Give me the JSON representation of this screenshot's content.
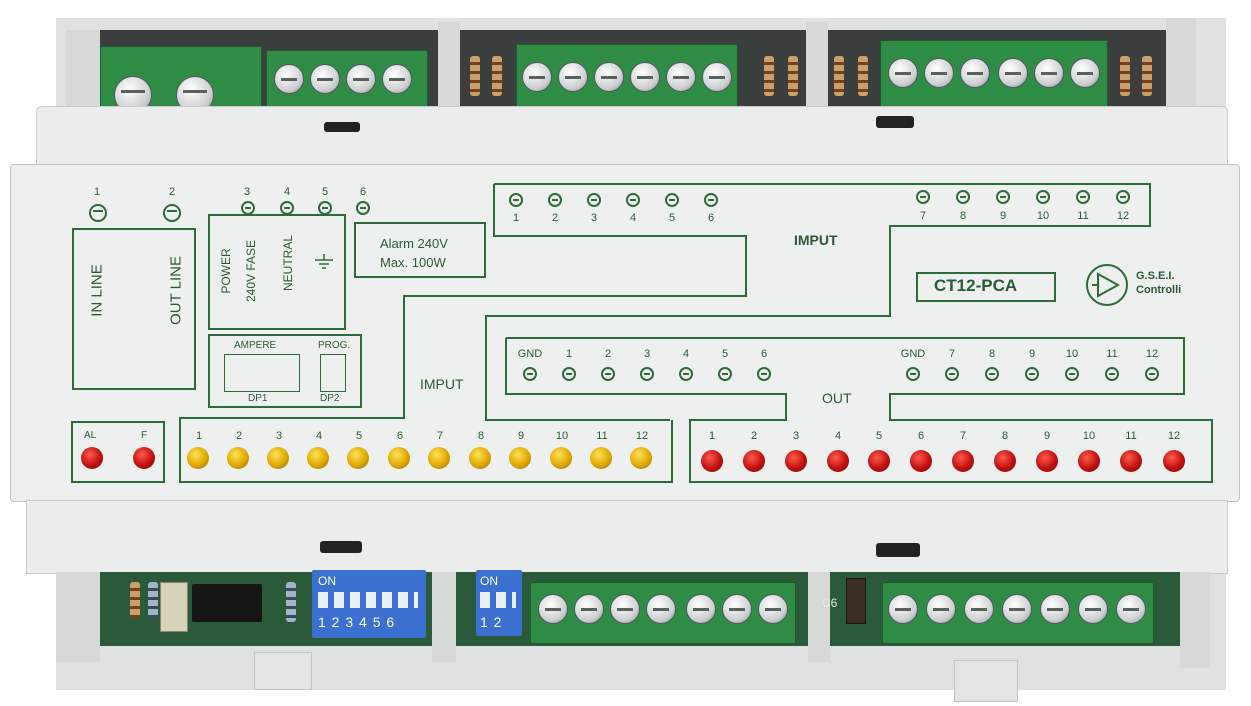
{
  "device": {
    "model": "CT12-PCA",
    "brand_line1": "G.S.E.I.",
    "brand_line2": "Controlli"
  },
  "power_section": {
    "terminal_numbers": [
      "1",
      "2",
      "3",
      "4",
      "5",
      "6"
    ],
    "in_line": "IN LINE",
    "out_line": "OUT LINE",
    "power": "POWER",
    "fase": "240V FASE",
    "neutral": "NEUTRAL",
    "alarm_line1": "Alarm 240V",
    "alarm_line2": "Max. 100W"
  },
  "dip": {
    "ampere": "AMPERE",
    "prog": "PROG.",
    "dp1": "DP1",
    "dp2": "DP2",
    "dip1_on": "ON",
    "dip1_numbers": "1 2 3 4 5 6",
    "dip2_on": "ON",
    "dip2_numbers": "1 2"
  },
  "imput_top": {
    "label": "IMPUT",
    "left_numbers": [
      "1",
      "2",
      "3",
      "4",
      "5",
      "6"
    ],
    "right_numbers": [
      "7",
      "8",
      "9",
      "10",
      "11",
      "12"
    ]
  },
  "imput_mid": {
    "label": "IMPUT"
  },
  "out_section": {
    "label": "OUT",
    "left_numbers": [
      "GND",
      "1",
      "2",
      "3",
      "4",
      "5",
      "6"
    ],
    "right_numbers": [
      "GND",
      "7",
      "8",
      "9",
      "10",
      "11",
      "12"
    ]
  },
  "leds": {
    "alarm_labels": [
      "AL",
      "F"
    ],
    "input_numbers": [
      "1",
      "2",
      "3",
      "4",
      "5",
      "6",
      "7",
      "8",
      "9",
      "10",
      "11",
      "12"
    ],
    "output_numbers": [
      "1",
      "2",
      "3",
      "4",
      "5",
      "6",
      "7",
      "8",
      "9",
      "10",
      "11",
      "12"
    ]
  },
  "pcb": {
    "component_label": "C6"
  },
  "colors": {
    "housing": "#e9ebea",
    "print_green": "#2e6b3a",
    "terminal_green": "#2f8c45",
    "led_red": "#c01010",
    "led_yellow": "#e0a800"
  }
}
